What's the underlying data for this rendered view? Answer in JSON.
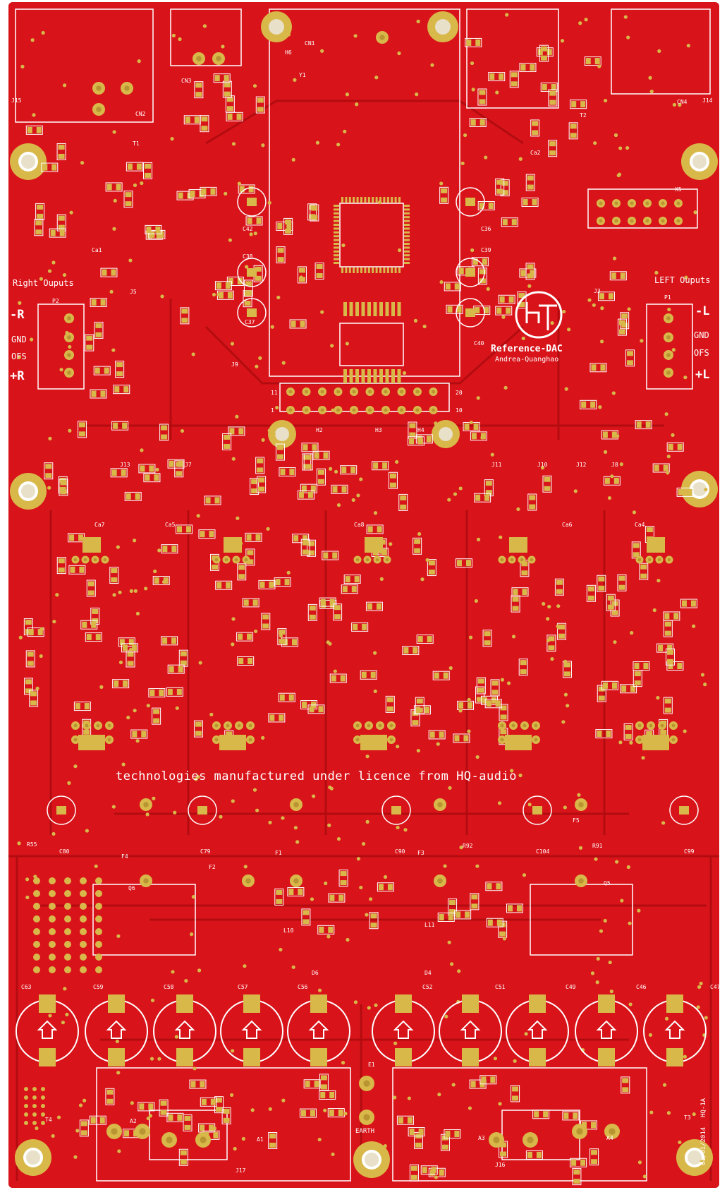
{
  "board": {
    "colors": {
      "solder_mask": "#d8141a",
      "trace": "#b80e12",
      "pad": "#d9b84a",
      "pad_dark": "#b89530",
      "silkscreen": "#ffffff"
    },
    "headings": {
      "right_outputs": "Right Ouputs",
      "left_outputs": "LEFT Ouputs",
      "logo_title": "Reference-DAC",
      "logo_author": "Andrea-Quanghao",
      "licence": "technologies manufactured under licence from HQ-audio",
      "earth": "EARTH",
      "revision": "HQ-1A",
      "date": "01/01/2014"
    },
    "right_pins": [
      "-R",
      "GND",
      "OFS",
      "+R"
    ],
    "left_pins": [
      "-L",
      "GND",
      "OFS",
      "+L"
    ],
    "refdes": {
      "cn1": "CN1",
      "cn2": "CN2",
      "cn3": "CN3",
      "cn4": "CN4",
      "t1": "T1",
      "t2": "T2",
      "t3": "T3",
      "t4": "T4",
      "j15": "J15",
      "j14": "J14",
      "j5": "J5",
      "j3": "J3",
      "j9": "J9",
      "j13": "J13",
      "j7": "J7",
      "j11": "J11",
      "j10": "J10",
      "j12": "J12",
      "j8": "J8",
      "j16": "J16",
      "j17": "J17",
      "p1": "P1",
      "p2": "P2",
      "x5": "X5",
      "y1": "Y1",
      "ca1": "Ca1",
      "ca2": "Ca2",
      "ca4": "Ca4",
      "ca5": "Ca5",
      "ca6": "Ca6",
      "ca7": "Ca7",
      "ca8": "Ca8",
      "c42": "C42",
      "c36": "C36",
      "c38": "C38",
      "c39": "C39",
      "c37": "C37",
      "c40": "C40",
      "c63": "C63",
      "c59": "C59",
      "c58": "C58",
      "c57": "C57",
      "c56": "C56",
      "c52": "C52",
      "c51": "C51",
      "c49": "C49",
      "c46": "C46",
      "c47": "C47",
      "c80": "C80",
      "c79": "C79",
      "c90": "C90",
      "c104": "C104",
      "c99": "C99",
      "f1": "F1",
      "f2": "F2",
      "f3": "F3",
      "f4": "F4",
      "f5": "F5",
      "q6": "Q6",
      "q5": "Q5",
      "d4": "D4",
      "d6": "D6",
      "a1": "A1",
      "a2": "A2",
      "a3": "A3",
      "a4": "A4",
      "l10": "L10",
      "l11": "L11",
      "e1": "E1",
      "h2": "H2",
      "h3": "H3",
      "h4": "H4",
      "h6": "H6",
      "r55": "R55",
      "r92": "R92",
      "r91": "R91"
    },
    "header_pin_labels": {
      "left_11": "11",
      "left_1": "1",
      "right_20": "20",
      "right_10": "10"
    }
  }
}
